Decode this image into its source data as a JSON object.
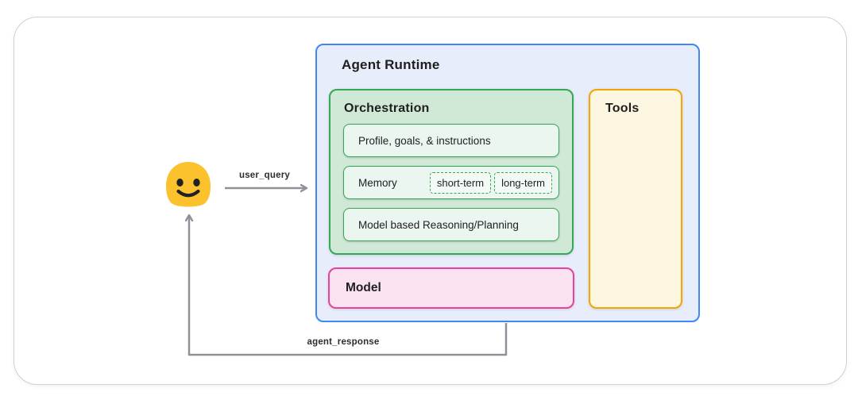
{
  "diagram": {
    "user": {
      "icon": "smiley-user-icon"
    },
    "arrows": {
      "user_query_label": "user_query",
      "agent_response_label": "agent_response"
    },
    "agent_runtime": {
      "title": "Agent Runtime",
      "orchestration": {
        "title": "Orchestration",
        "items": [
          {
            "label": "Profile, goals, & instructions"
          },
          {
            "label": "Memory",
            "chips": [
              "short-term",
              "long-term"
            ]
          },
          {
            "label": "Model based Reasoning/Planning"
          }
        ]
      },
      "model": {
        "title": "Model"
      },
      "tools": {
        "title": "Tools"
      }
    },
    "colors": {
      "runtime_border": "#4285f4",
      "runtime_fill": "#e7edfb",
      "green_border": "#34a853",
      "orchestration_fill": "#cfe9d6",
      "inner_green_fill": "#eaf6ef",
      "model_border": "#e8439b",
      "model_fill": "#fbe2f1",
      "tools_border": "#f2a600",
      "tools_fill": "#fdf6e1",
      "arrow_gray": "#8e9297",
      "smiley_yellow": "#fbc22d",
      "card_border": "#cdd0d5"
    }
  }
}
